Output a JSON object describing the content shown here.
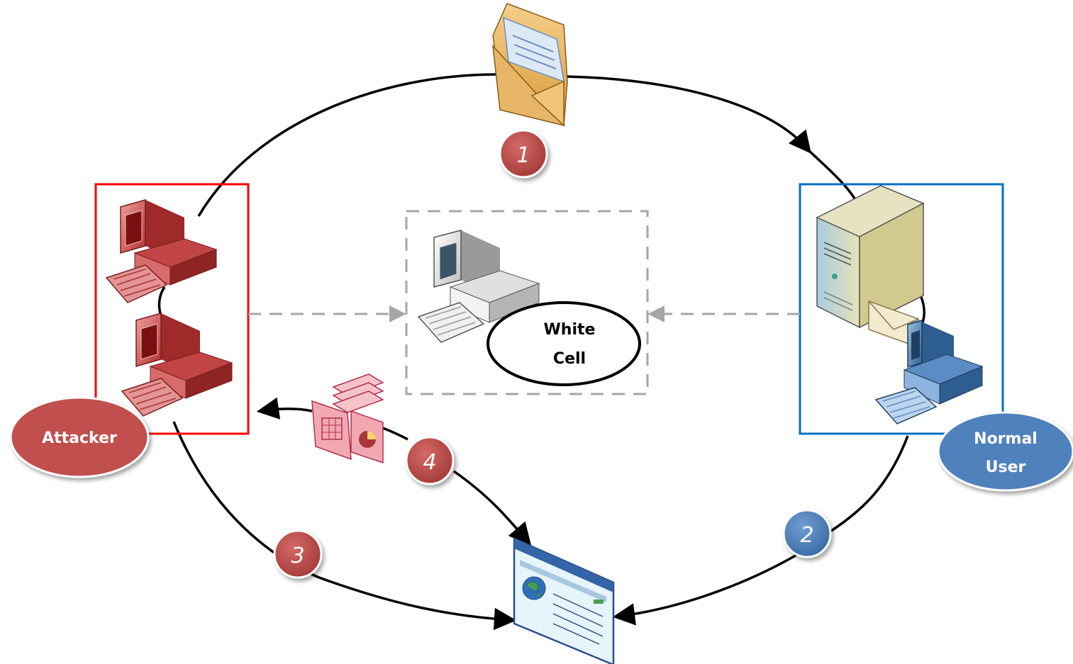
{
  "nodes": {
    "attacker": {
      "label": "Attacker",
      "color": "#c0504d",
      "frame_color": "#ff0000"
    },
    "normal_user": {
      "label_line1": "Normal",
      "label_line2": "User",
      "color": "#4f81bd",
      "frame_color": "#0070c0"
    },
    "white_cell": {
      "label_line1": "White",
      "label_line2": "Cell"
    }
  },
  "steps": [
    {
      "number": "1",
      "color": "#c0504d"
    },
    {
      "number": "2",
      "color": "#4f81bd"
    },
    {
      "number": "3",
      "color": "#c0504d"
    },
    {
      "number": "4",
      "color": "#c0504d"
    }
  ],
  "icons": {
    "email": "email-envelope-icon",
    "documents": "documents-icon",
    "webpage": "webpage-icon",
    "server": "server-icon",
    "computers": "computer-icon"
  },
  "colors": {
    "flow_line": "#000000",
    "report_line": "#a6a6a6",
    "white_cell_frame": "#a6a6a6"
  }
}
